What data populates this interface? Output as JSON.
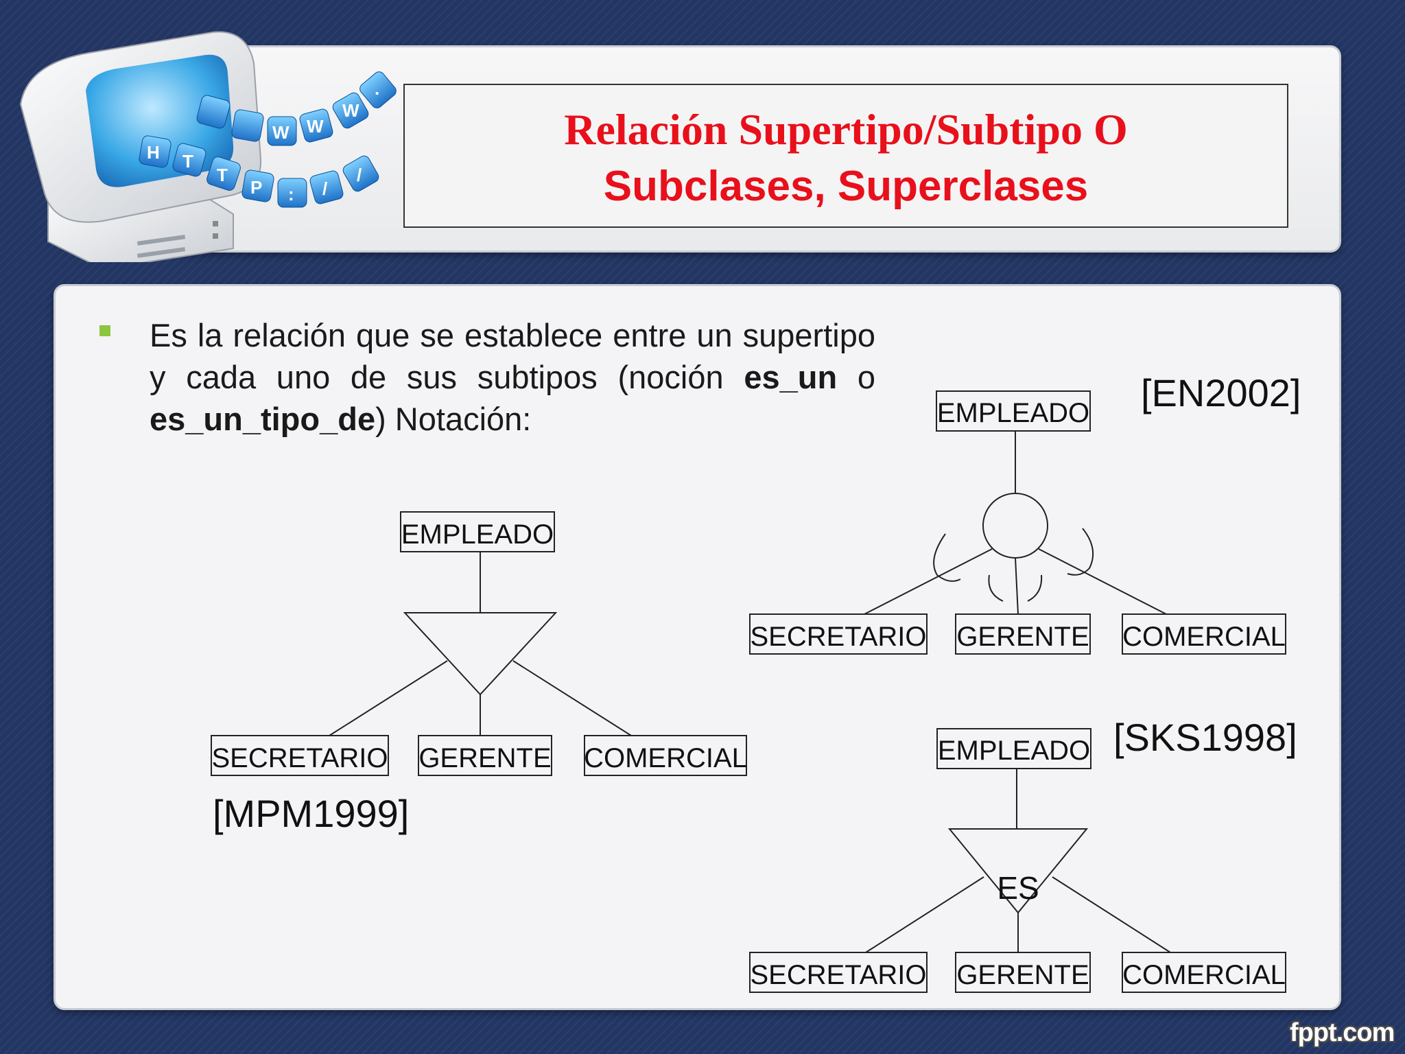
{
  "slide": {
    "title_line1": "Relación Supertipo/Subtipo O",
    "title_line2": "Subclases, Superclases",
    "bullet": {
      "text_before": "Es la relación que se establece entre un supertipo y cada uno de sus subtipos (noción ",
      "bold1": "es_un",
      "middle": " o ",
      "bold2": "es_un_tipo_de",
      "text_after": ") Notación:"
    },
    "logo_keys": {
      "row1": [
        "W",
        "W",
        "W",
        "."
      ],
      "row2": [
        "H",
        "T",
        "T",
        "P",
        ":",
        "/",
        "/"
      ]
    },
    "watermark": "fppt.com"
  },
  "diagrams": {
    "mpm": {
      "citation": "[MPM1999]",
      "super": "EMPLEADO",
      "subs": [
        "SECRETARIO",
        "GERENTE",
        "COMERCIAL"
      ]
    },
    "en": {
      "citation": "[EN2002]",
      "super": "EMPLEADO",
      "subs": [
        "SECRETARIO",
        "GERENTE",
        "COMERCIAL"
      ]
    },
    "sks": {
      "citation": "[SKS1998]",
      "super": "EMPLEADO",
      "connector_label": "ES",
      "subs": [
        "SECRETARIO",
        "GERENTE",
        "COMERCIAL"
      ]
    }
  }
}
